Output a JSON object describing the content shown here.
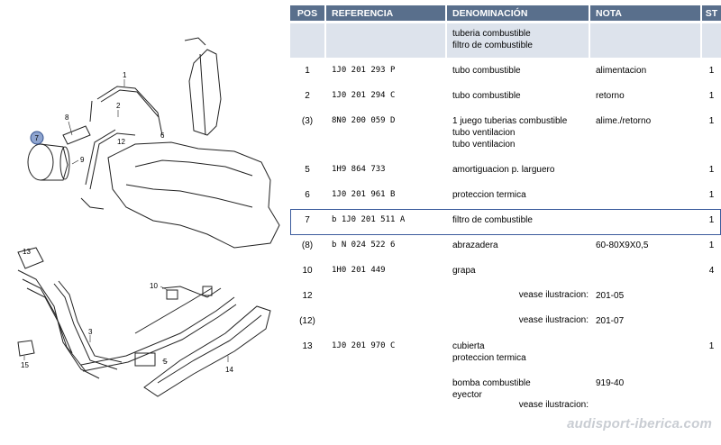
{
  "header": {
    "pos": "POS",
    "ref": "REFERENCIA",
    "den": "DENOMINACIÓN",
    "nota": "NOTA",
    "st": "ST"
  },
  "rows": [
    {
      "pos": "",
      "ref": "",
      "den": [
        "tuberia combustible",
        "filtro de combustible"
      ],
      "nota": "",
      "st": ""
    },
    {
      "pos": "1",
      "ref": "1J0  201  293  P",
      "den": [
        "tubo combustible"
      ],
      "nota": "alimentacion",
      "st": "1"
    },
    {
      "pos": "2",
      "ref": "1J0  201  294  C",
      "den": [
        "tubo combustible"
      ],
      "nota": "retorno",
      "st": "1"
    },
    {
      "pos": "(3)",
      "ref": "8N0  200  059  D",
      "den": [
        "1 juego tuberias combustible",
        "tubo ventilacion",
        "tubo ventilacion"
      ],
      "nota": "alime./retorno",
      "st": "1"
    },
    {
      "pos": "5",
      "ref": "1H9  864  733",
      "den": [
        "amortiguacion p. larguero"
      ],
      "nota": "",
      "st": "1"
    },
    {
      "pos": "6",
      "ref": "1J0  201  961  B",
      "den": [
        "proteccion termica"
      ],
      "nota": "",
      "st": "1"
    },
    {
      "pos": "7",
      "ref": "b 1J0  201  511  A",
      "den": [
        "filtro de combustible"
      ],
      "nota": "",
      "st": "1"
    },
    {
      "pos": "(8)",
      "ref": "b N     024  522  6",
      "den": [
        "abrazadera"
      ],
      "nota": "60-80X9X0,5",
      "st": "1"
    },
    {
      "pos": "10",
      "ref": "1H0  201  449",
      "den": [
        "grapa"
      ],
      "nota": "",
      "st": "4"
    },
    {
      "pos": "12",
      "ref": "",
      "den": [],
      "see": "vease ilustracion:",
      "nota": "201-05",
      "st": ""
    },
    {
      "pos": "(12)",
      "ref": "",
      "den": [],
      "see": "vease ilustracion:",
      "nota": "201-07",
      "st": ""
    },
    {
      "pos": "13",
      "ref": "1J0  201  970  C",
      "den": [
        "cubierta",
        "proteccion termica"
      ],
      "nota": "",
      "st": "1"
    },
    {
      "pos": "",
      "ref": "",
      "den": [
        "bomba combustible",
        "eyector"
      ],
      "see": "vease ilustracion:",
      "nota": "919-40",
      "st": ""
    }
  ],
  "diagram": {
    "callouts": [
      "1",
      "2",
      "3",
      "5",
      "6",
      "7",
      "8",
      "9",
      "10",
      "12",
      "13",
      "14",
      "15"
    ],
    "selected_callout": "7"
  },
  "watermark": "audisport-iberica.com"
}
